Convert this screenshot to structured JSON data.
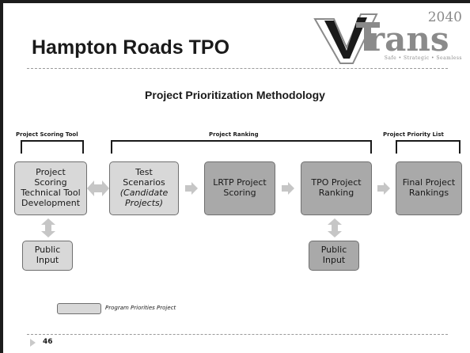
{
  "slide": {
    "title": "Hampton Roads TPO",
    "subtitle": "Project Prioritization Methodology",
    "page_number": "46"
  },
  "logo": {
    "year": "2040",
    "tagline": "Safe • Strategic • Seamless",
    "text": "VTrans",
    "colors": {
      "v_outline": "#8a8a8a",
      "v_fill": "#1a1a1a",
      "wordmark": "#8a8a8a"
    }
  },
  "sections": {
    "scoring_tool": "Project Scoring Tool",
    "ranking": "Project  Ranking",
    "priority_list": "Project  Priority List"
  },
  "boxes": {
    "b1": {
      "line1": "Project",
      "line2": "Scoring",
      "line3": "Technical Tool",
      "line4": "Development"
    },
    "b2": {
      "line1": "Test",
      "line2": "Scenarios",
      "line3": "(Candidate",
      "line4": "Projects)"
    },
    "b3": {
      "line1": "LRTP Project",
      "line2": "Scoring"
    },
    "b4": {
      "line1": "TPO Project",
      "line2": "Ranking"
    },
    "b5": {
      "line1": "Final Project",
      "line2": "Rankings"
    },
    "public1": {
      "line1": "Public",
      "line2": "Input"
    },
    "public2": {
      "line1": "Public",
      "line2": "Input"
    }
  },
  "legend": {
    "label": "Program Priorities Project"
  },
  "colors": {
    "light_box": "#d8d8d8",
    "dark_box": "#a9a9a9",
    "arrow": "#c6c6c6",
    "text": "#1a1a1a"
  }
}
